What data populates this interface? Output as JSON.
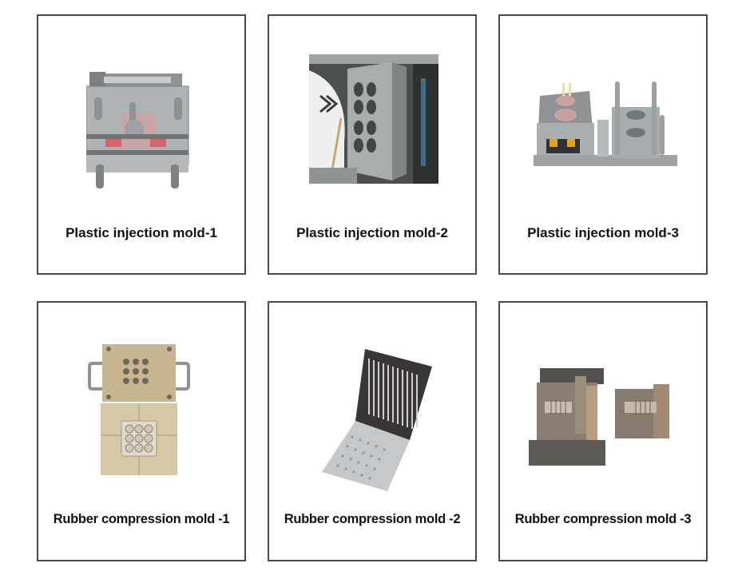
{
  "products": [
    {
      "label": "Plastic injection mold-1",
      "image": "plastic-injection-mold-1-photo"
    },
    {
      "label": "Plastic injection mold-2",
      "image": "plastic-injection-mold-2-photo"
    },
    {
      "label": "Plastic injection mold-3",
      "image": "plastic-injection-mold-3-photo"
    },
    {
      "label": "Rubber compression mold -1",
      "image": "rubber-compression-mold-1-photo"
    },
    {
      "label": "Rubber compression mold -2",
      "image": "rubber-compression-mold-2-photo"
    },
    {
      "label": "Rubber compression mold -3",
      "image": "rubber-compression-mold-3-photo"
    }
  ],
  "colors": {
    "border": "#4a4a4a",
    "text": "#111111",
    "background": "#ffffff"
  }
}
